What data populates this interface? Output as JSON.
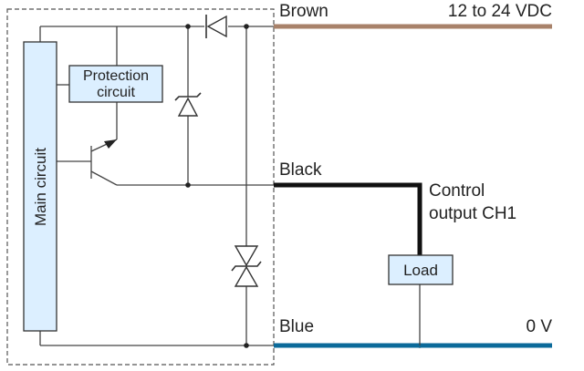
{
  "wires": {
    "brown": {
      "label": "Brown",
      "right_label": "12 to 24 VDC",
      "color": "#a8826a"
    },
    "black": {
      "label": "Black",
      "color": "#111111"
    },
    "blue": {
      "label": "Blue",
      "right_label": "0 V",
      "color": "#0b6a9a"
    }
  },
  "blocks": {
    "main_circuit": {
      "label": "Main circuit",
      "fill": "#dcefff",
      "stroke": "#333333"
    },
    "protection_circuit": {
      "line1": "Protection",
      "line2": "circuit",
      "fill": "#dcefff",
      "stroke": "#333333"
    },
    "load": {
      "label": "Load",
      "fill": "#dcefff",
      "stroke": "#333333"
    }
  },
  "output": {
    "line1": "Control",
    "line2": "output CH1"
  }
}
